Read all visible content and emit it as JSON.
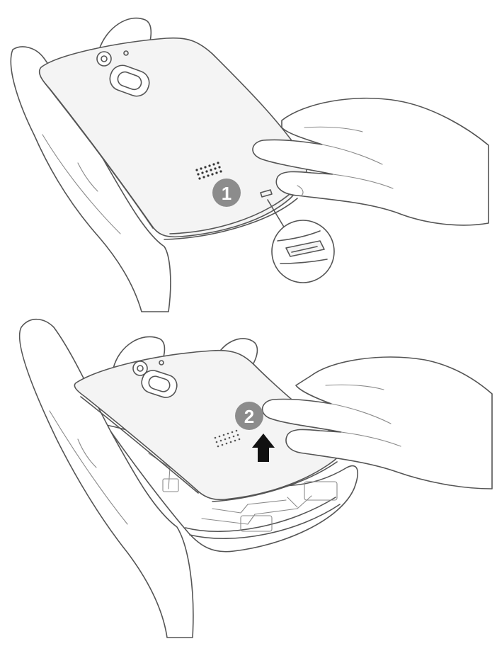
{
  "steps": [
    {
      "label": "1"
    },
    {
      "label": "2"
    }
  ],
  "colors": {
    "line": "#555555",
    "badge": "#8c8c8c",
    "arrow": "#111111",
    "background": "#ffffff"
  },
  "icons": {
    "lift_direction": "arrow-up-icon",
    "step_marker": "numbered-circle-badge",
    "notch_detail": "magnifier-callout"
  }
}
